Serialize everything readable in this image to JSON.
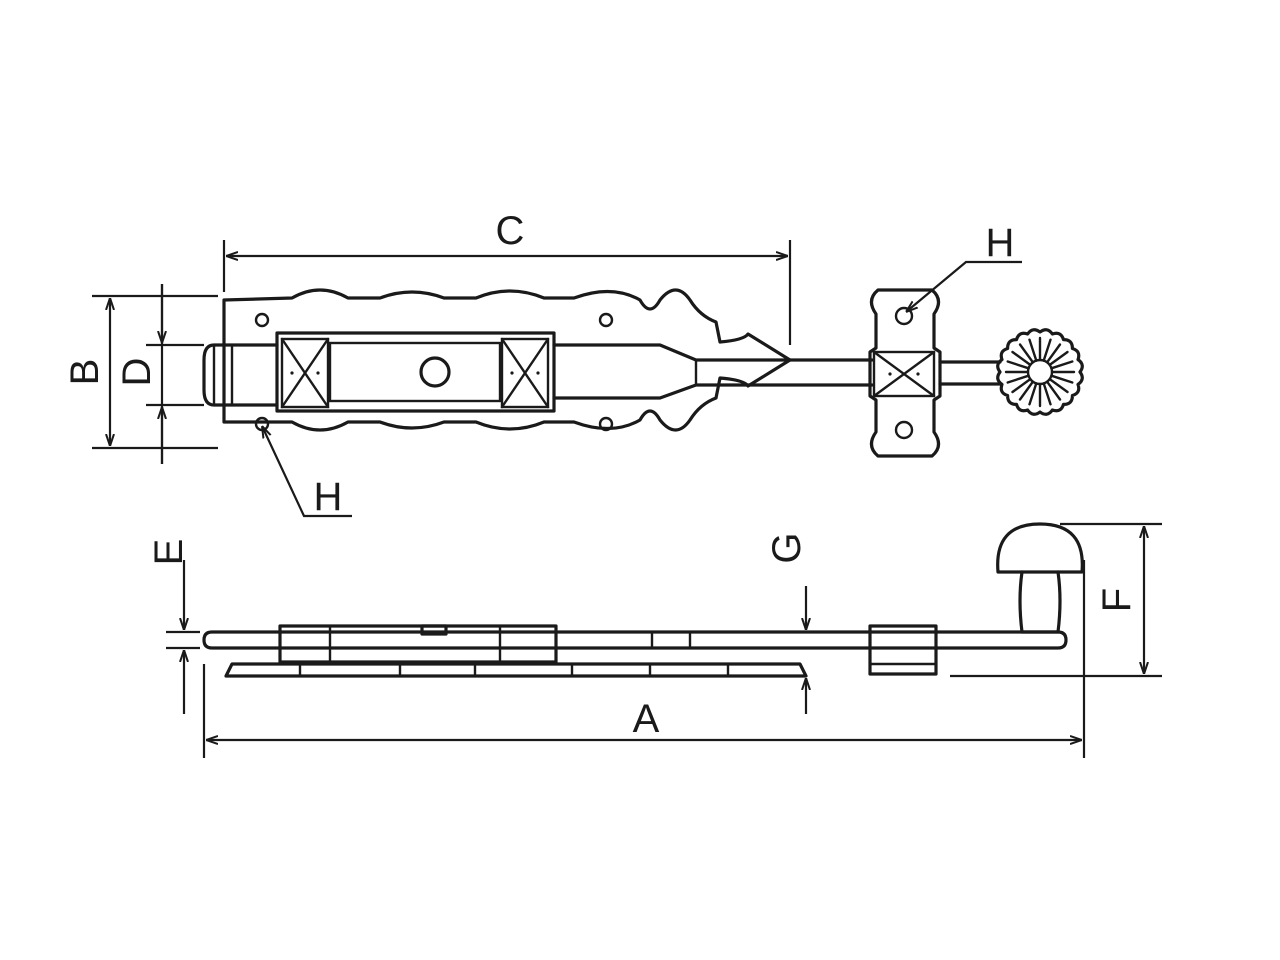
{
  "diagram": {
    "labels": {
      "A": "A",
      "B": "B",
      "C": "C",
      "D": "D",
      "E": "E",
      "F": "F",
      "G": "G",
      "H_top": "H",
      "H_bottom": "H"
    }
  }
}
